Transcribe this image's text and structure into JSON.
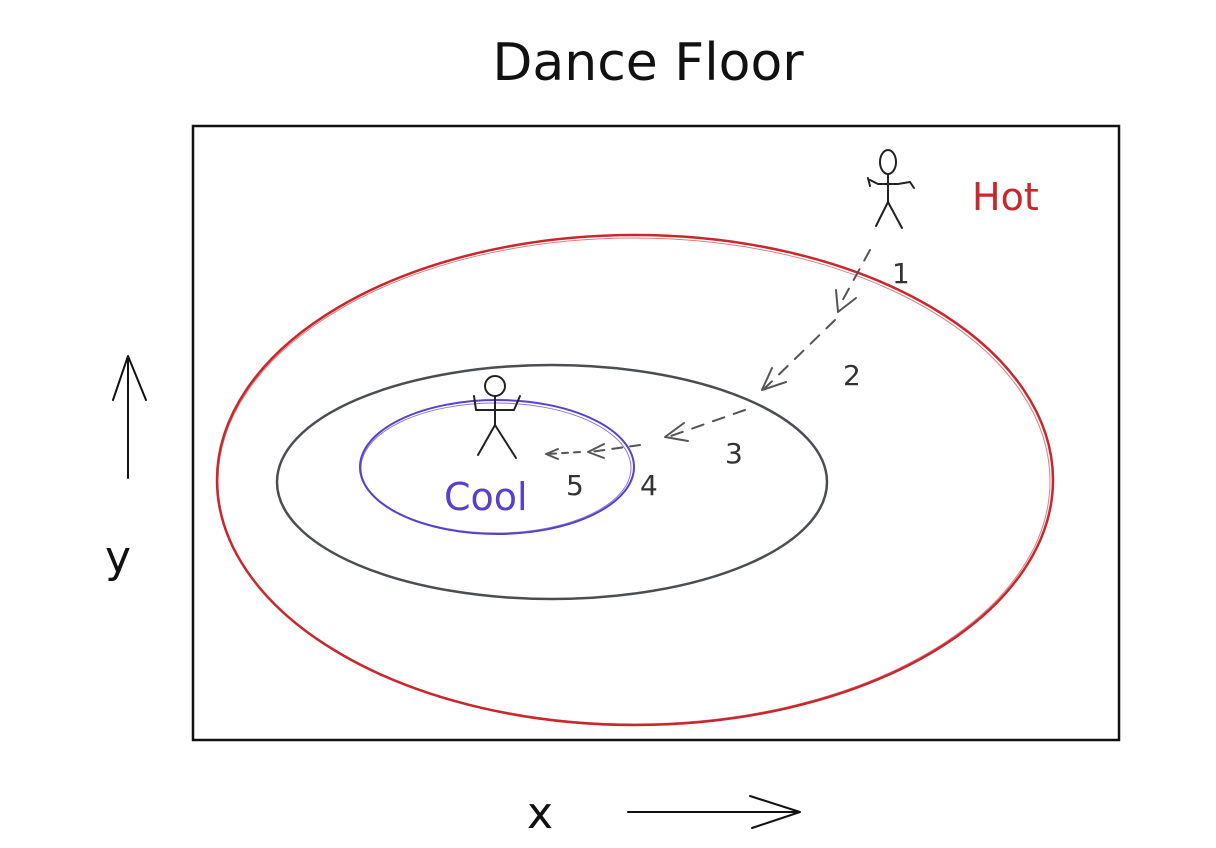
{
  "title": "Dance Floor",
  "axes": {
    "x_label": "x",
    "y_label": "y"
  },
  "zones": {
    "hot": {
      "label": "Hot",
      "color": "#c8282d"
    },
    "middle": {
      "color": "#4a4d52"
    },
    "cool": {
      "label": "Cool",
      "color": "#5a3fc8"
    }
  },
  "steps": [
    "1",
    "2",
    "3",
    "4",
    "5"
  ],
  "icons": [
    "stick-figure-hot",
    "stick-figure-cool",
    "arrow-icon"
  ]
}
